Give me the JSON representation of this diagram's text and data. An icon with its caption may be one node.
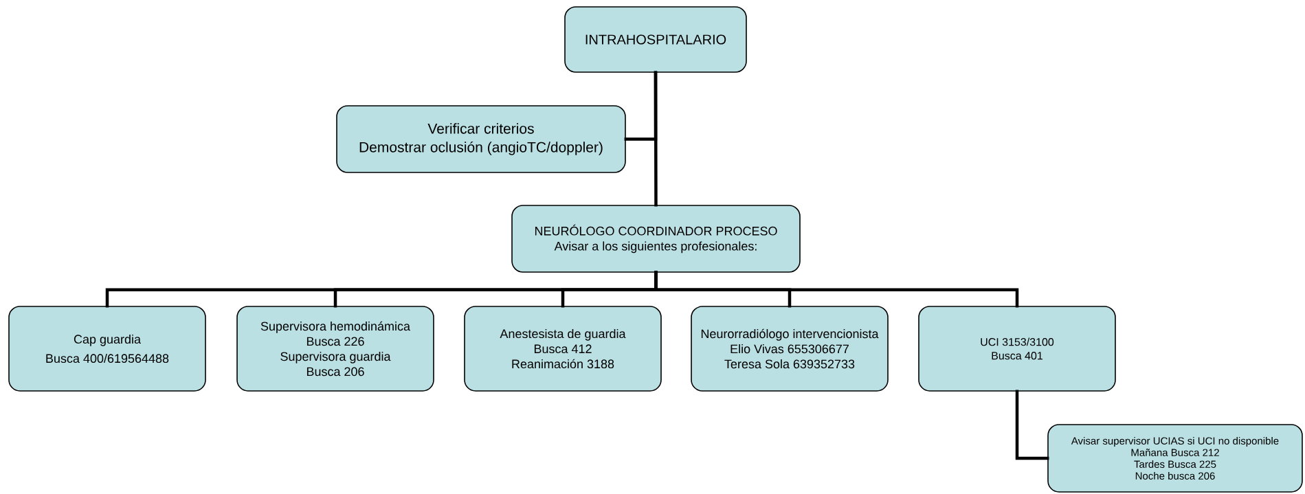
{
  "diagram": {
    "nodes": [
      {
        "text": [
          "INTRAHOSPITALARIO"
        ]
      },
      {
        "text": [
          "Verificar criterios",
          "Demostrar oclusión (angioTC/doppler)"
        ]
      },
      {
        "text": [
          "NEURÓLOGO COORDINADOR PROCESO",
          "Avisar a los siguientes profesionales:"
        ]
      },
      {
        "text": [
          "Cap guardia",
          "Busca 400/619564488"
        ]
      },
      {
        "text": [
          "Supervisora hemodinámica",
          "Busca 226",
          "Supervisora guardia",
          "Busca 206"
        ]
      },
      {
        "text": [
          "Anestesista de guardia",
          "Busca 412",
          "Reanimación 3188"
        ]
      },
      {
        "text": [
          "Neurorradiólogo intervencionista",
          "Elio Vivas 655306677",
          "Teresa Sola 639352733"
        ]
      },
      {
        "text": [
          "UCI  3153/3100",
          "Busca 401"
        ]
      },
      {
        "text": [
          "Avisar supervisor UCIAS si UCI no disponible",
          "Mañana Busca 212",
          "Tardes Busca 225",
          "Noche busca 206"
        ]
      }
    ],
    "edges": [
      {
        "from": 0,
        "to": 2,
        "arrow": "none"
      },
      {
        "from": 1,
        "to": 0,
        "arrow": "none"
      },
      {
        "from": 2,
        "to": 3,
        "arrow": "none"
      },
      {
        "from": 2,
        "to": 4,
        "arrow": "none"
      },
      {
        "from": 2,
        "to": 5,
        "arrow": "none"
      },
      {
        "from": 2,
        "to": 6,
        "arrow": "none"
      },
      {
        "from": 2,
        "to": 7,
        "arrow": "none"
      },
      {
        "from": 7,
        "to": 8,
        "arrow": "none"
      }
    ]
  }
}
